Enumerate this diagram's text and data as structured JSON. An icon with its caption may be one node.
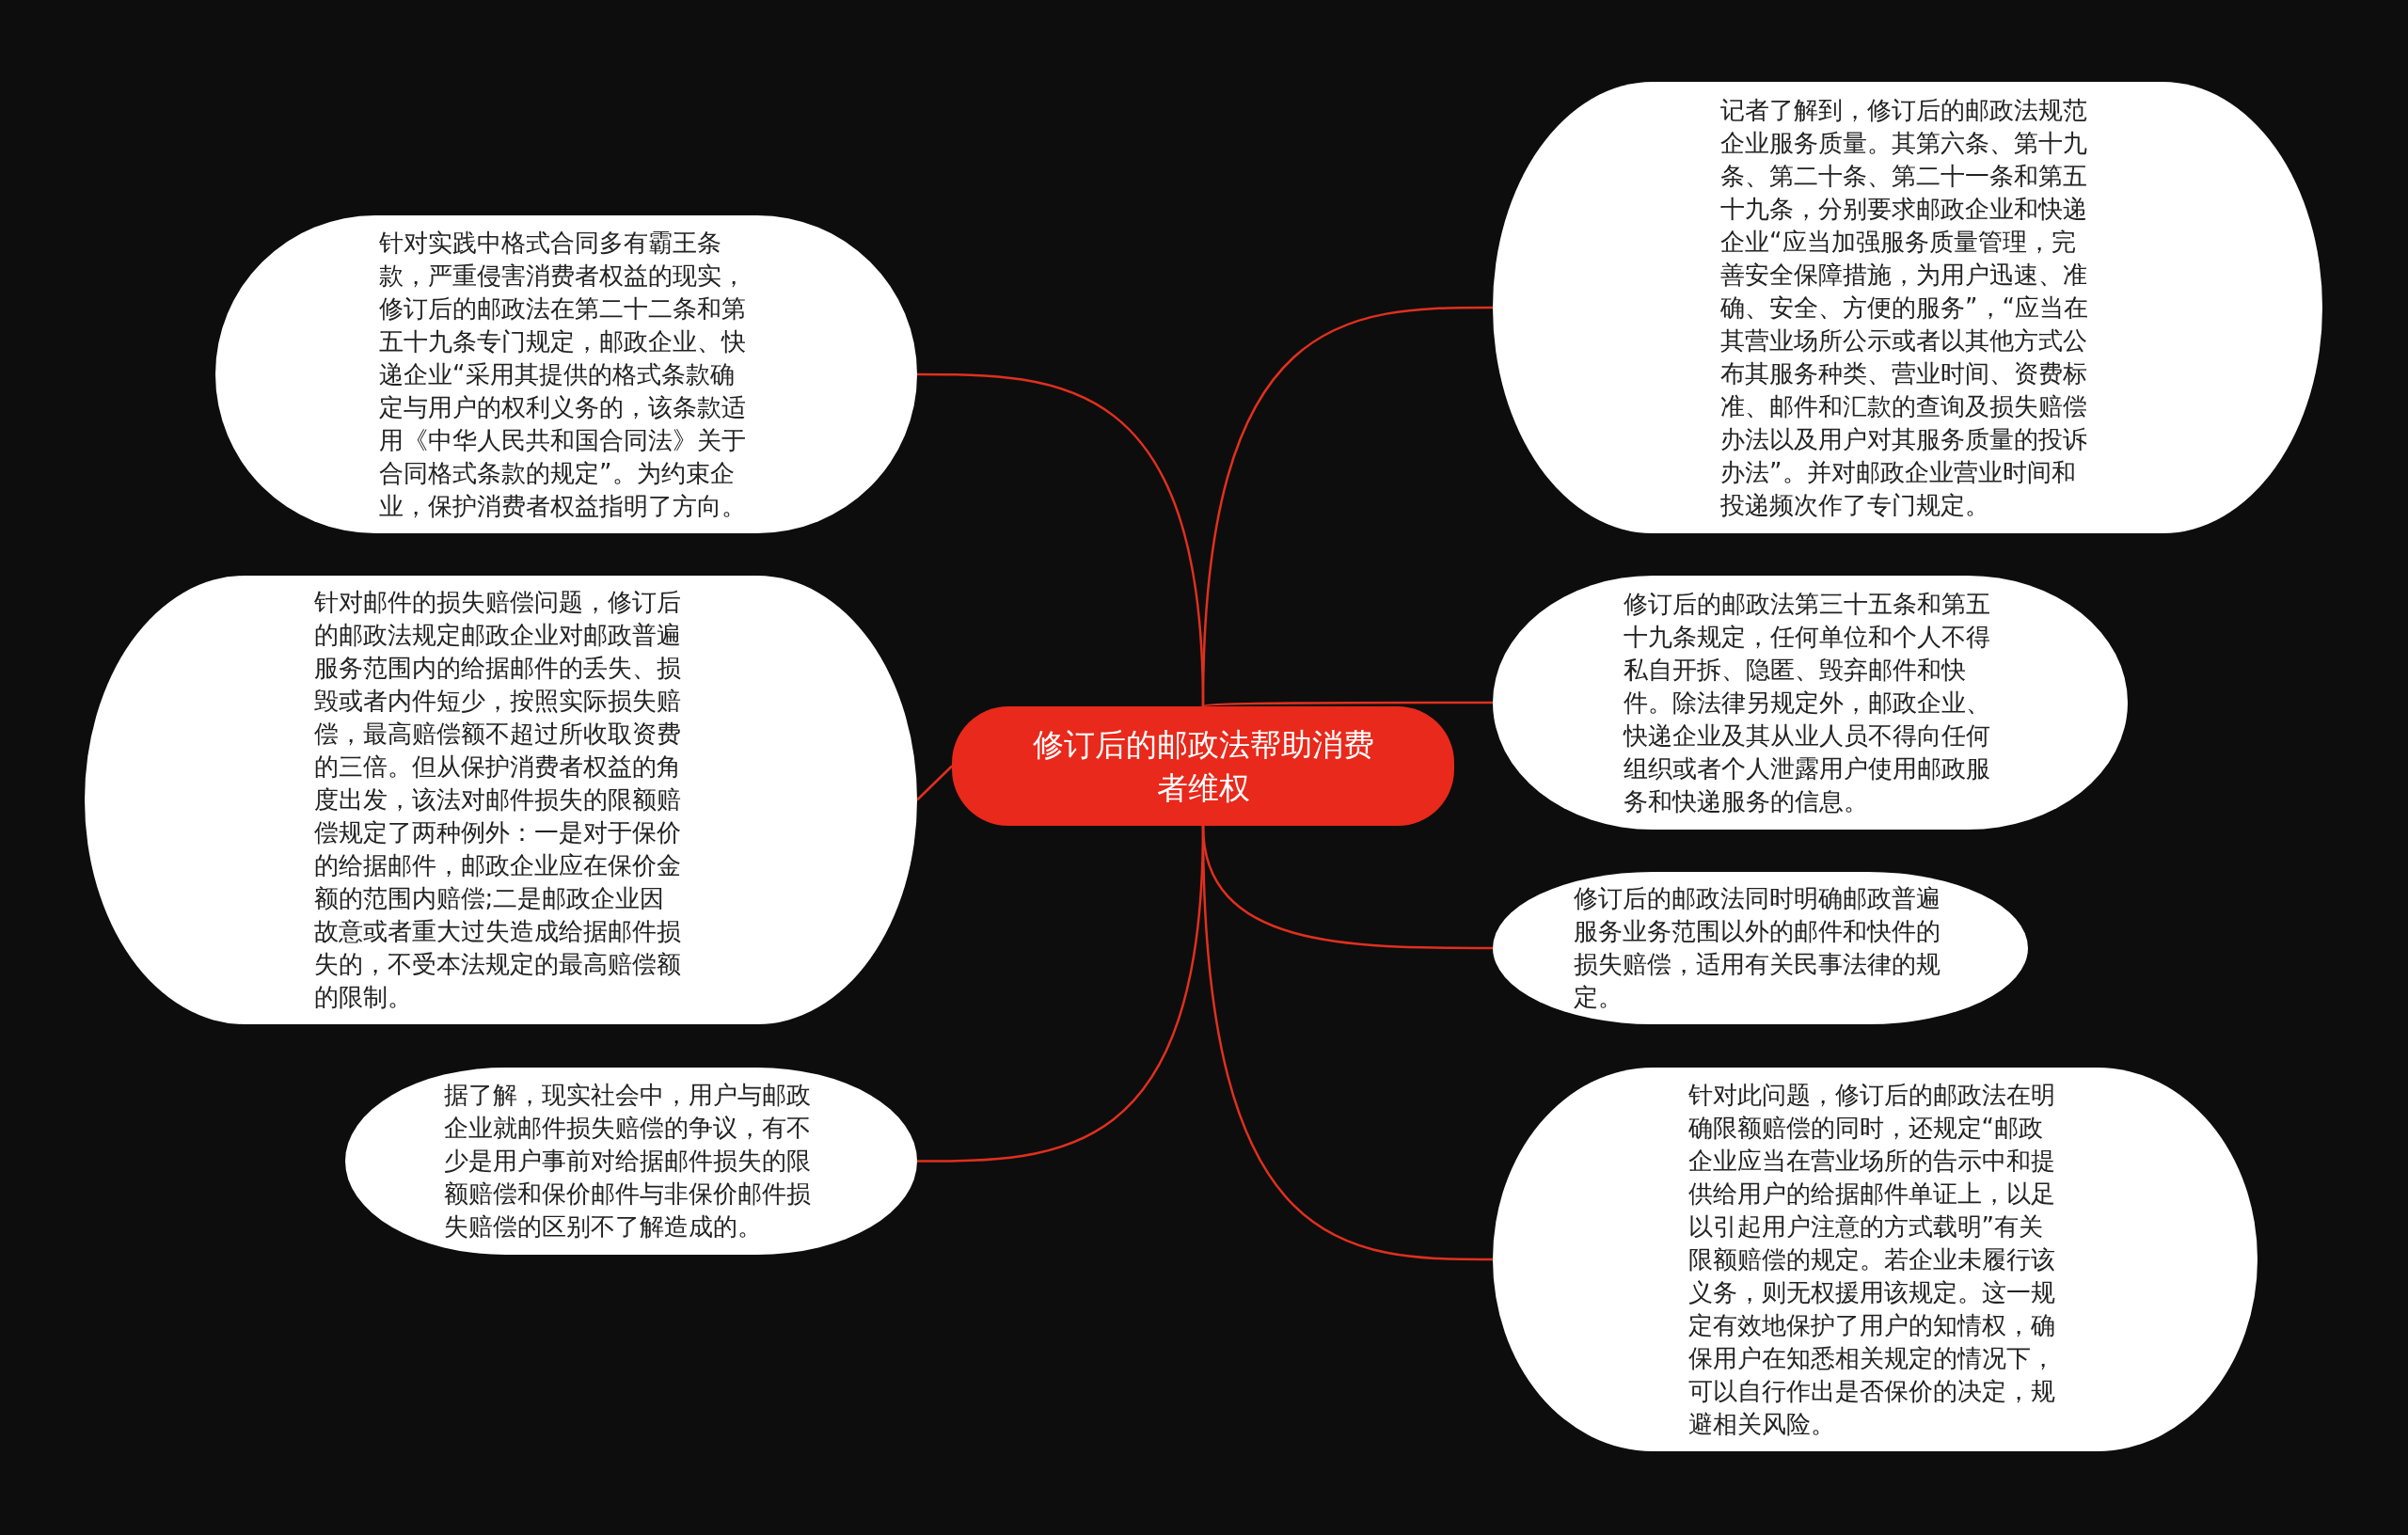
{
  "diagram": {
    "nodes": [
      {
        "text": [
          "修订后的邮政法帮助消费者维权"
        ]
      },
      {
        "text": [
          "针对实践中格式合同多有霸王条款，严重侵害消费者权益的现实，修订后的邮政法在第二十二条和第五十九条专门规定，邮政企业、快递企业“采用其提供的格式条款确定与用户的权利义务的，该条款适用《中华人民共和国合同法》关于合同格式条款的规定”。为约束企业，保护消费者权益指明了方向。"
        ]
      },
      {
        "text": [
          "针对邮件的损失赔偿问题，修订后的邮政法规定邮政企业对邮政普遍服务范围内的给据邮件的丢失、损毁或者内件短少，按照实际损失赔偿，最高赔偿额不超过所收取资费的三倍。但从保护消费者权益的角度出发，该法对邮件损失的限额赔偿规定了两种例外：一是对于保价的给据邮件，邮政企业应在保价金额的范围内赔偿;二是邮政企业因故意或者重大过失造成给据邮件损失的，不受本法规定的最高赔偿额的限制。"
        ]
      },
      {
        "text": [
          "据了解，现实社会中，用户与邮政企业就邮件损失赔偿的争议，有不少是用户事前对给据邮件损失的限额赔偿和保价邮件与非保价邮件损失赔偿的区别不了解造成的。"
        ]
      },
      {
        "text": [
          "记者了解到，修订后的邮政法规范企业服务质量。其第六条、第十九条、第二十条、第二十一条和第五十九条，分别要求邮政企业和快递企业“应当加强服务质量管理，完善安全保障措施，为用户迅速、准确、安全、方便的服务”，“应当在其营业场所公示或者以其他方式公布其服务种类、营业时间、资费标准、邮件和汇款的查询及损失赔偿办法以及用户对其服务质量的投诉办法”。并对邮政企业营业时间和投递频次作了专门规定。"
        ]
      },
      {
        "text": [
          "修订后的邮政法第三十五条和第五十九条规定，任何单位和个人不得私自开拆、隐匿、毁弃邮件和快件。除法律另规定外，邮政企业、快递企业及其从业人员不得向任何组织或者个人泄露用户使用邮政服务和快递服务的信息。"
        ]
      },
      {
        "text": [
          "修订后的邮政法同时明确邮政普遍服务业务范围以外的邮件和快件的损失赔偿，适用有关民事法律的规定。"
        ]
      },
      {
        "text": [
          "针对此问题，修订后的邮政法在明确限额赔偿的同时，还规定“邮政企业应当在营业场所的告示中和提供给用户的给据邮件单证上，以足以引起用户注意的方式载明”有关限额赔偿的规定。若企业未履行该义务，则无权援用该规定。这一规定有效地保护了用户的知情权，确保用户在知悉相关规定的情况下，可以自行作出是否保价的决定，规避相关风险。"
        ]
      }
    ],
    "edges": [
      {
        "from": 0,
        "to": 1,
        "arrow": "none"
      },
      {
        "from": 0,
        "to": 2,
        "arrow": "none"
      },
      {
        "from": 0,
        "to": 3,
        "arrow": "none"
      },
      {
        "from": 0,
        "to": 4,
        "arrow": "none"
      },
      {
        "from": 0,
        "to": 5,
        "arrow": "none"
      },
      {
        "from": 0,
        "to": 6,
        "arrow": "none"
      },
      {
        "from": 0,
        "to": 7,
        "arrow": "none"
      }
    ]
  }
}
